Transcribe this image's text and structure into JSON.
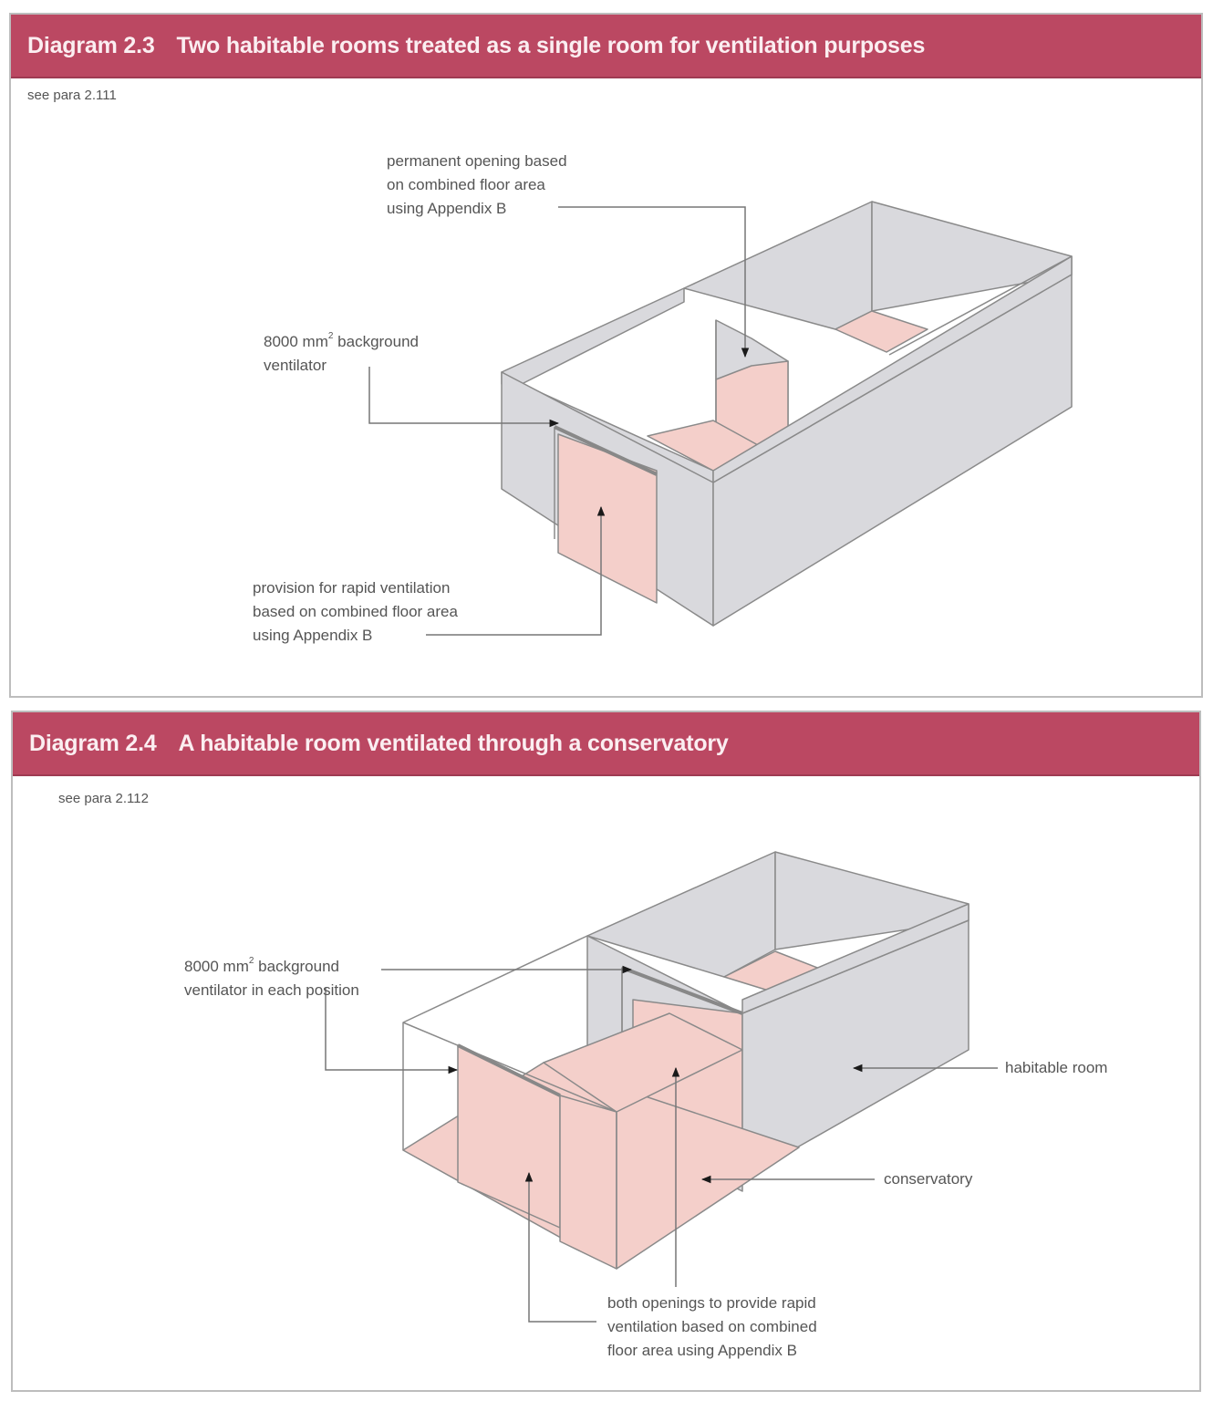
{
  "colors": {
    "title_bar": "#bb4862",
    "title_text": "#fbeef1",
    "wall_grey": "#d9d9dd",
    "floor_pink": "#f4cfca",
    "outline": "#8a8a8a",
    "label_text": "#555555",
    "arrow": "#1a1a1a"
  },
  "diagrams": [
    {
      "number": "Diagram 2.3",
      "title": "Two habitable rooms treated as a single room for ventilation purposes",
      "reference": "see para 2.111",
      "labels": {
        "permanent_opening": "permanent opening based\non combined floor area\nusing Appendix B",
        "ventilator_value": "8000 mm",
        "ventilator_sup": "2",
        "ventilator_rest": " background\nventilator",
        "rapid_ventilation": "provision for rapid ventilation\nbased on combined floor area\nusing Appendix B"
      }
    },
    {
      "number": "Diagram 2.4",
      "title": "A habitable room ventilated through a conservatory",
      "reference": "see para 2.112",
      "labels": {
        "ventilator_value": "8000 mm",
        "ventilator_sup": "2",
        "ventilator_rest": " background\nventilator in each position",
        "habitable_room": "habitable room",
        "conservatory": "conservatory",
        "both_openings": "both openings to provide rapid\nventilation based on combined\nfloor area using Appendix B"
      }
    }
  ]
}
